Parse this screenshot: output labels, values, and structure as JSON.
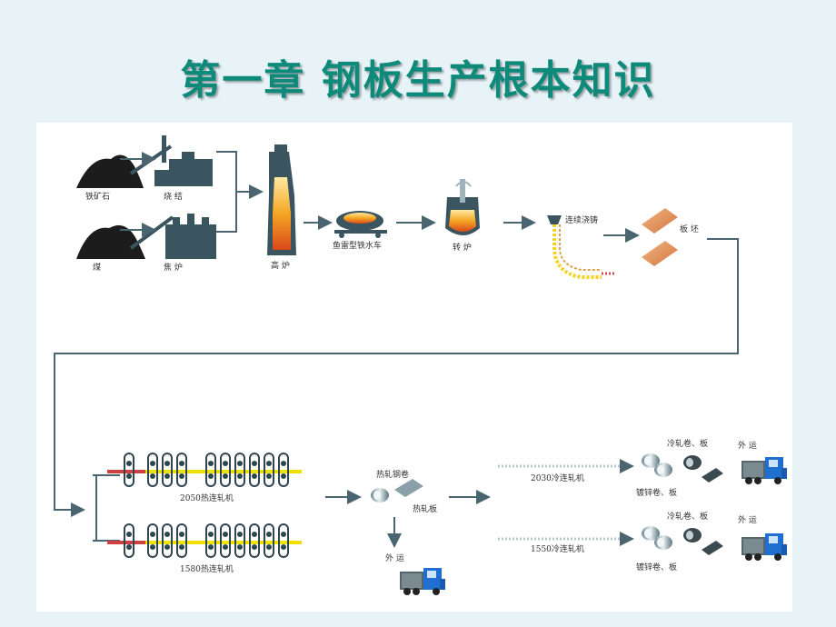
{
  "title": "第一章 钢板生产根本知识",
  "labels": {
    "iron_ore": "铁矿石",
    "sintering": "烧 结",
    "coal": "煤",
    "coke_oven": "焦 炉",
    "blast_furnace": "高 炉",
    "torpedo_car": "鱼雷型铁水车",
    "converter": "转 炉",
    "continuous_casting": "连续浇铸",
    "slab": "板 坯",
    "hot_mill_2050": "2050热连轧机",
    "hot_mill_1580": "1580热连轧机",
    "hot_rolled_coil": "热轧钢卷",
    "hot_rolled_plate": "热轧板",
    "shipping_1": "外 运",
    "cold_mill_2030": "2030冷连轧机",
    "cold_mill_1550": "1550冷连轧机",
    "cold_coil_plate_1": "冷轧卷、板",
    "galvanized_1": "镀锌卷、板",
    "cold_coil_plate_2": "冷轧卷、板",
    "galvanized_2": "镀锌卷、板",
    "shipping_2": "外 运",
    "shipping_3": "外 运"
  },
  "colors": {
    "title": "#0e8a7a",
    "background": "#e8f3f8",
    "equipment": "#3b5560",
    "flow_line": "#4a6470",
    "hot_metal": "#f5a623",
    "slab": "#e0925a",
    "truck_blue": "#1f6fd1"
  }
}
